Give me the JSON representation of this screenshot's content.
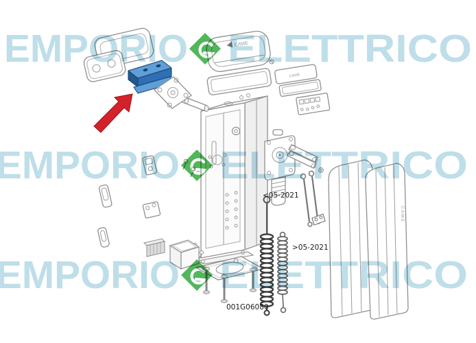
{
  "watermark": {
    "word_left": "EMPORIO",
    "word_right": "ELETTRICO",
    "text_color": "#b7dbe7",
    "logo_green": "#3fae49"
  },
  "brand": {
    "came": "CAME"
  },
  "labels": {
    "spring_old": "<05-2021",
    "spring_new": ">05-2021",
    "part_code": "001G06080"
  },
  "colors": {
    "highlight_top": "#5f9fd8",
    "highlight_side": "#2f6fb5",
    "highlight_dark": "#24578c",
    "highlight_outline": "#17406b",
    "arrow_red": "#d2232a",
    "line_gray": "#8f8f8f"
  }
}
